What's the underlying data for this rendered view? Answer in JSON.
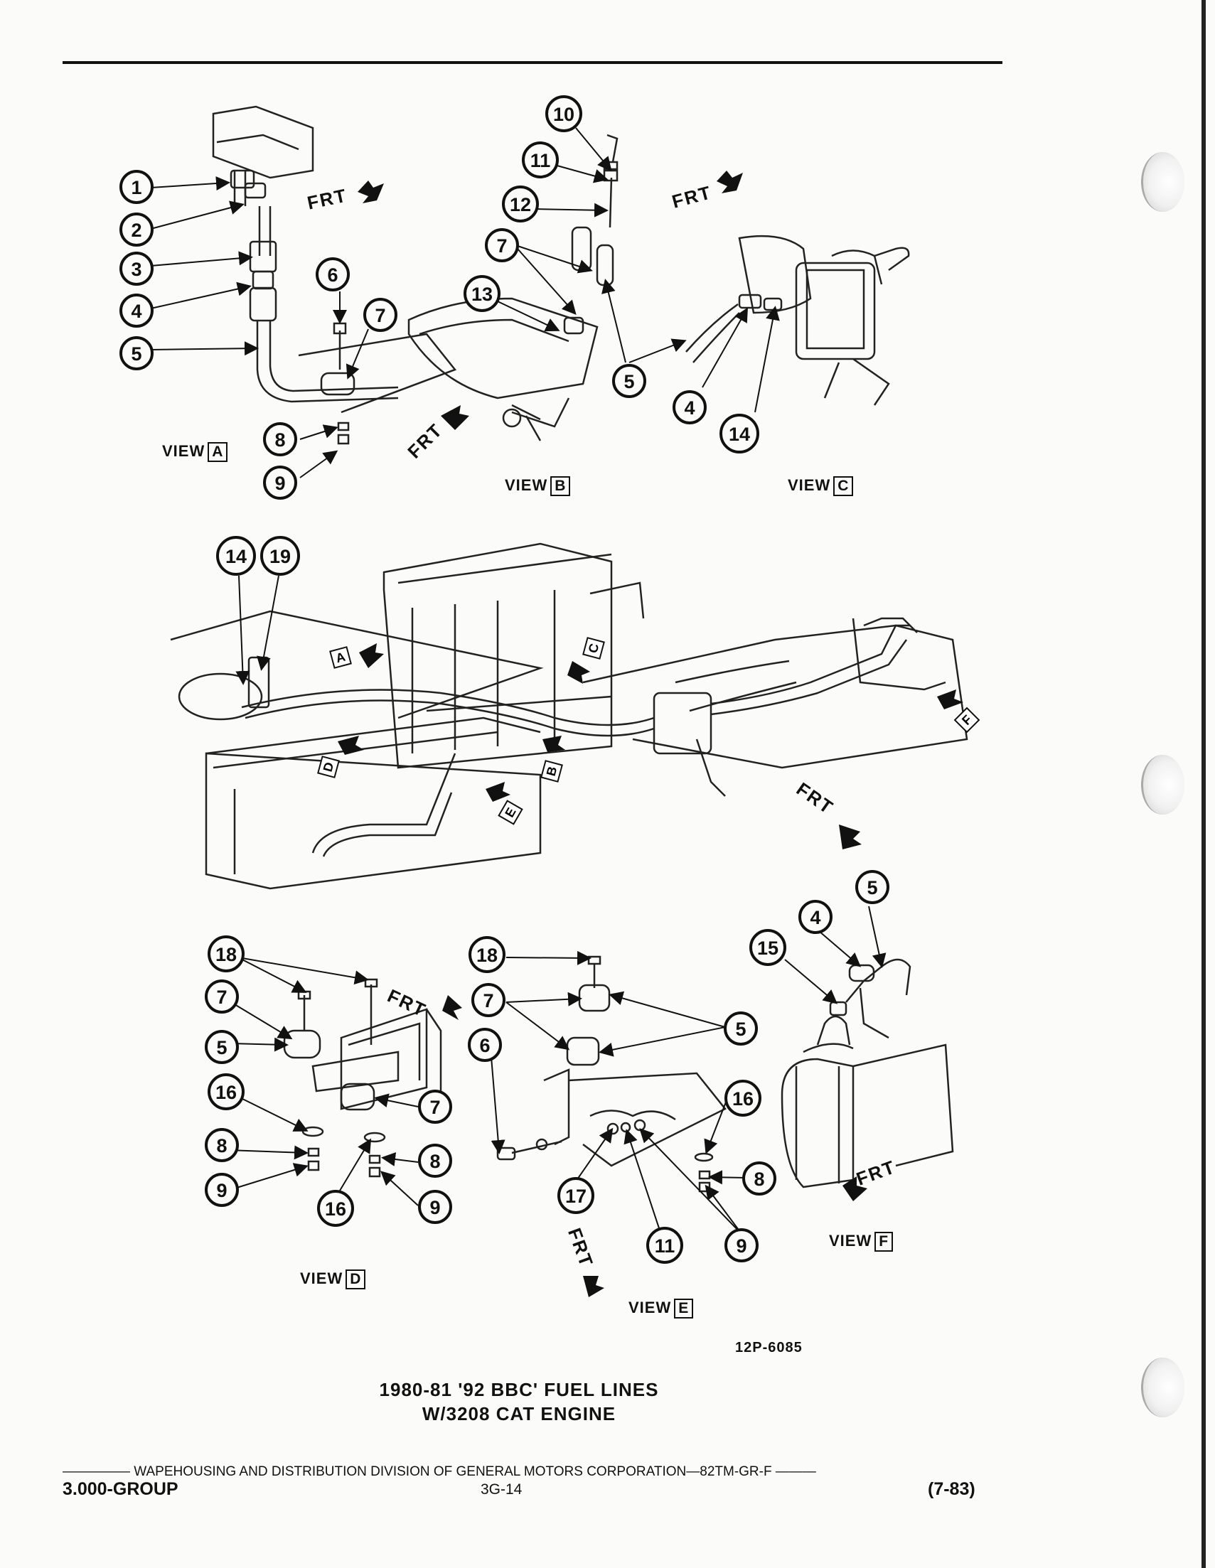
{
  "callouts": {
    "a": [
      "1",
      "2",
      "3",
      "4",
      "5",
      "6",
      "7",
      "8",
      "9"
    ],
    "b": [
      "10",
      "11",
      "12",
      "7",
      "13",
      "5"
    ],
    "c": [
      "4",
      "14"
    ],
    "overview": [
      "14",
      "19"
    ],
    "d": [
      "18",
      "7",
      "5",
      "16",
      "8",
      "9",
      "7",
      "8",
      "9",
      "16"
    ],
    "e": [
      "18",
      "7",
      "6",
      "5",
      "16",
      "17",
      "11",
      "9",
      "8"
    ],
    "f": [
      "5",
      "4",
      "15"
    ]
  },
  "views": {
    "word": "VIEW",
    "a": "A",
    "b": "B",
    "c": "C",
    "d": "D",
    "e": "E",
    "f": "F"
  },
  "frt_label": "FRT",
  "overview_markers": [
    "A",
    "C",
    "D",
    "B",
    "E",
    "F"
  ],
  "figure_ref": "12P-6085",
  "title_line1": "1980-81 '92 BBC' FUEL LINES",
  "title_line2": "W/3208 CAT ENGINE",
  "footer": {
    "division_line": "————— WAPEHOUSING AND DISTRIBUTION DIVISION OF GENERAL MOTORS CORPORATION—82TM-GR-F ———",
    "group": "3.000-GROUP",
    "page_number": "3G-14",
    "date": "(7-83)"
  }
}
